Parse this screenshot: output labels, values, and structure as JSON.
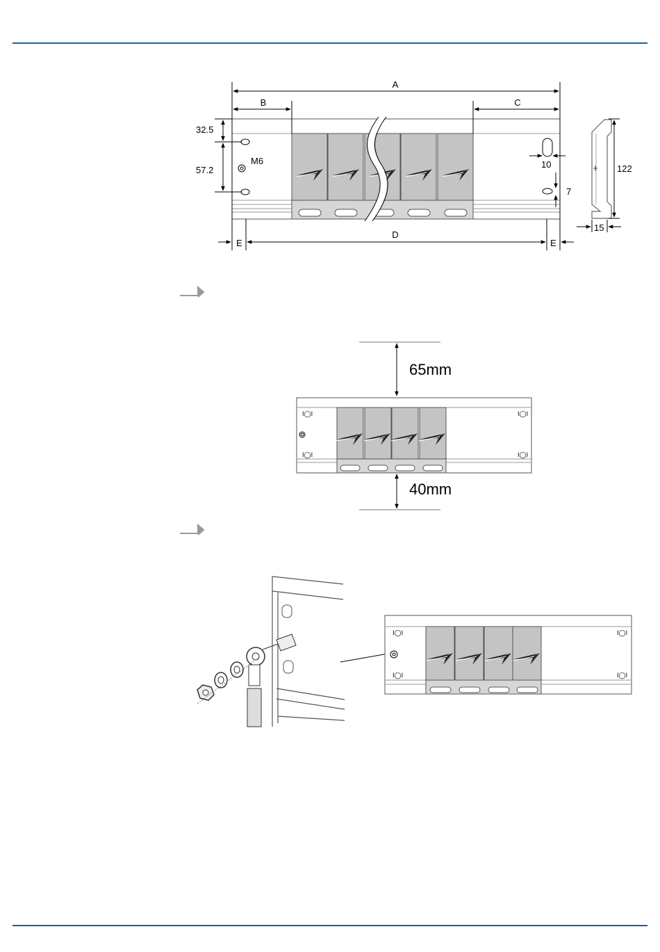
{
  "figure1": {
    "dimensions": {
      "a": "A",
      "b": "B",
      "c": "C",
      "d": "D",
      "e_left": "E",
      "e_right": "E",
      "h1": "32.5",
      "h2": "57.2",
      "screw": "M6",
      "slot_width": "10",
      "slot_height": "7",
      "profile_height": "122",
      "profile_depth": "15"
    }
  },
  "figure2": {
    "top_clearance": "65mm",
    "bottom_clearance": "40mm"
  },
  "colors": {
    "header_rule": "#1a5f9a",
    "module_gray": "#c4c4c4",
    "arrow_gray": "#9a9a9a"
  },
  "icons": [
    "arrow-bullet-icon",
    "module-logo-icon",
    "ground-screw-icon"
  ]
}
